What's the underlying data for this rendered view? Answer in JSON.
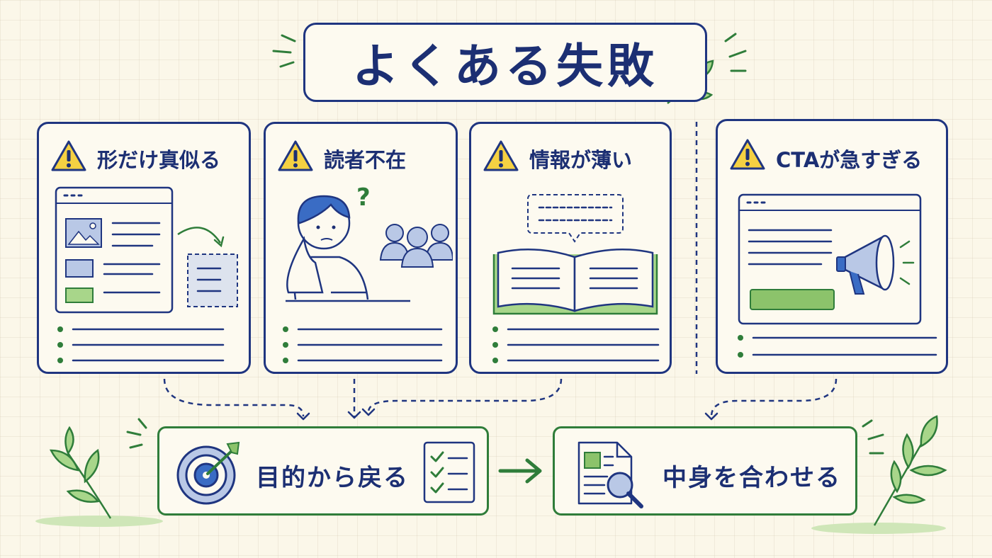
{
  "title": "よくある失敗",
  "cards": [
    {
      "label": "形だけ真似る",
      "icon": "warning-icon"
    },
    {
      "label": "読者不在",
      "icon": "warning-icon"
    },
    {
      "label": "情報が薄い",
      "icon": "warning-icon"
    },
    {
      "label": "CTAが急すぎる",
      "icon": "warning-icon"
    }
  ],
  "question_mark": "?",
  "actions": [
    {
      "label": "目的から戻る",
      "icon": "target-icon"
    },
    {
      "label": "中身を合わせる",
      "icon": "document-search-icon"
    }
  ],
  "colors": {
    "navy": "#1f3580",
    "green": "#2f7d3a",
    "light_green": "#8cc36b",
    "warning_yellow": "#f5d142",
    "light_blue": "#b9c8e6",
    "background": "#fbf7e9"
  }
}
